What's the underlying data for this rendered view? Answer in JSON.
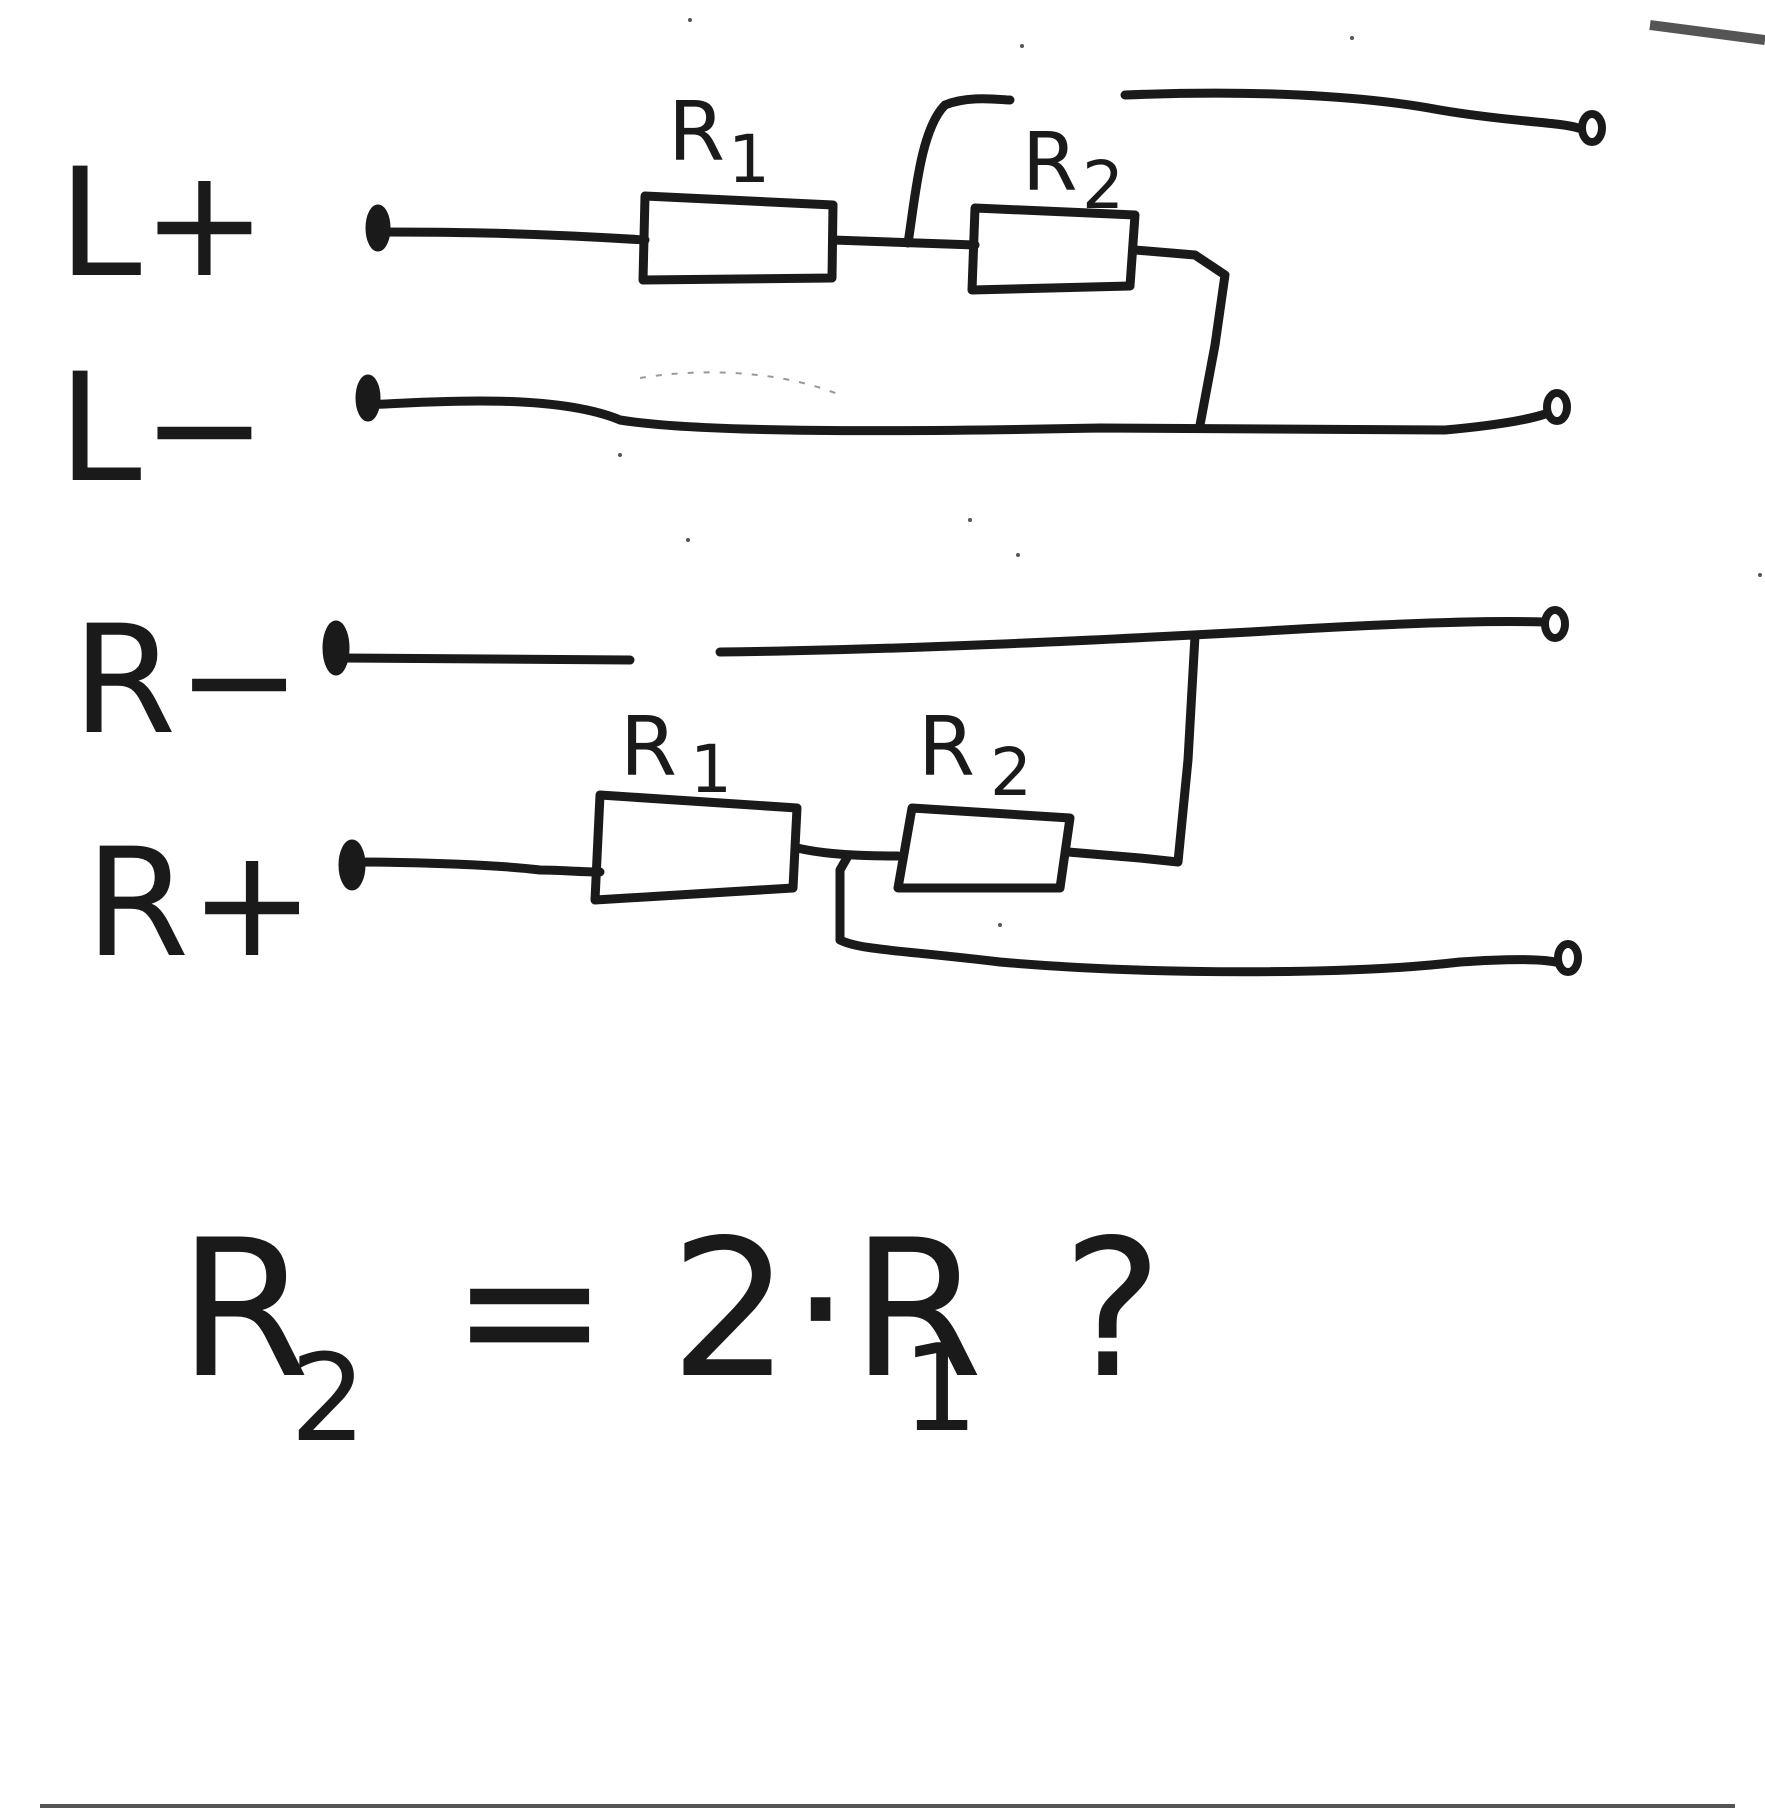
{
  "rails": {
    "l_plus": "L+",
    "l_minus": "L−",
    "r_minus": "R−",
    "r_plus": "R+"
  },
  "top_circuit": {
    "r1_label": "R",
    "r1_sub": "1",
    "r2_label": "R",
    "r2_sub": "2"
  },
  "bottom_circuit": {
    "r1_label": "R",
    "r1_sub": "1",
    "r2_label": "R",
    "r2_sub": "2"
  },
  "equation": {
    "lhs": "R",
    "lhs_sub": "2",
    "rest": "= 2·R",
    "rest_sub": "1",
    "question": "?"
  },
  "colors": {
    "ink": "#1a1a1a",
    "paper": "#ffffff"
  }
}
